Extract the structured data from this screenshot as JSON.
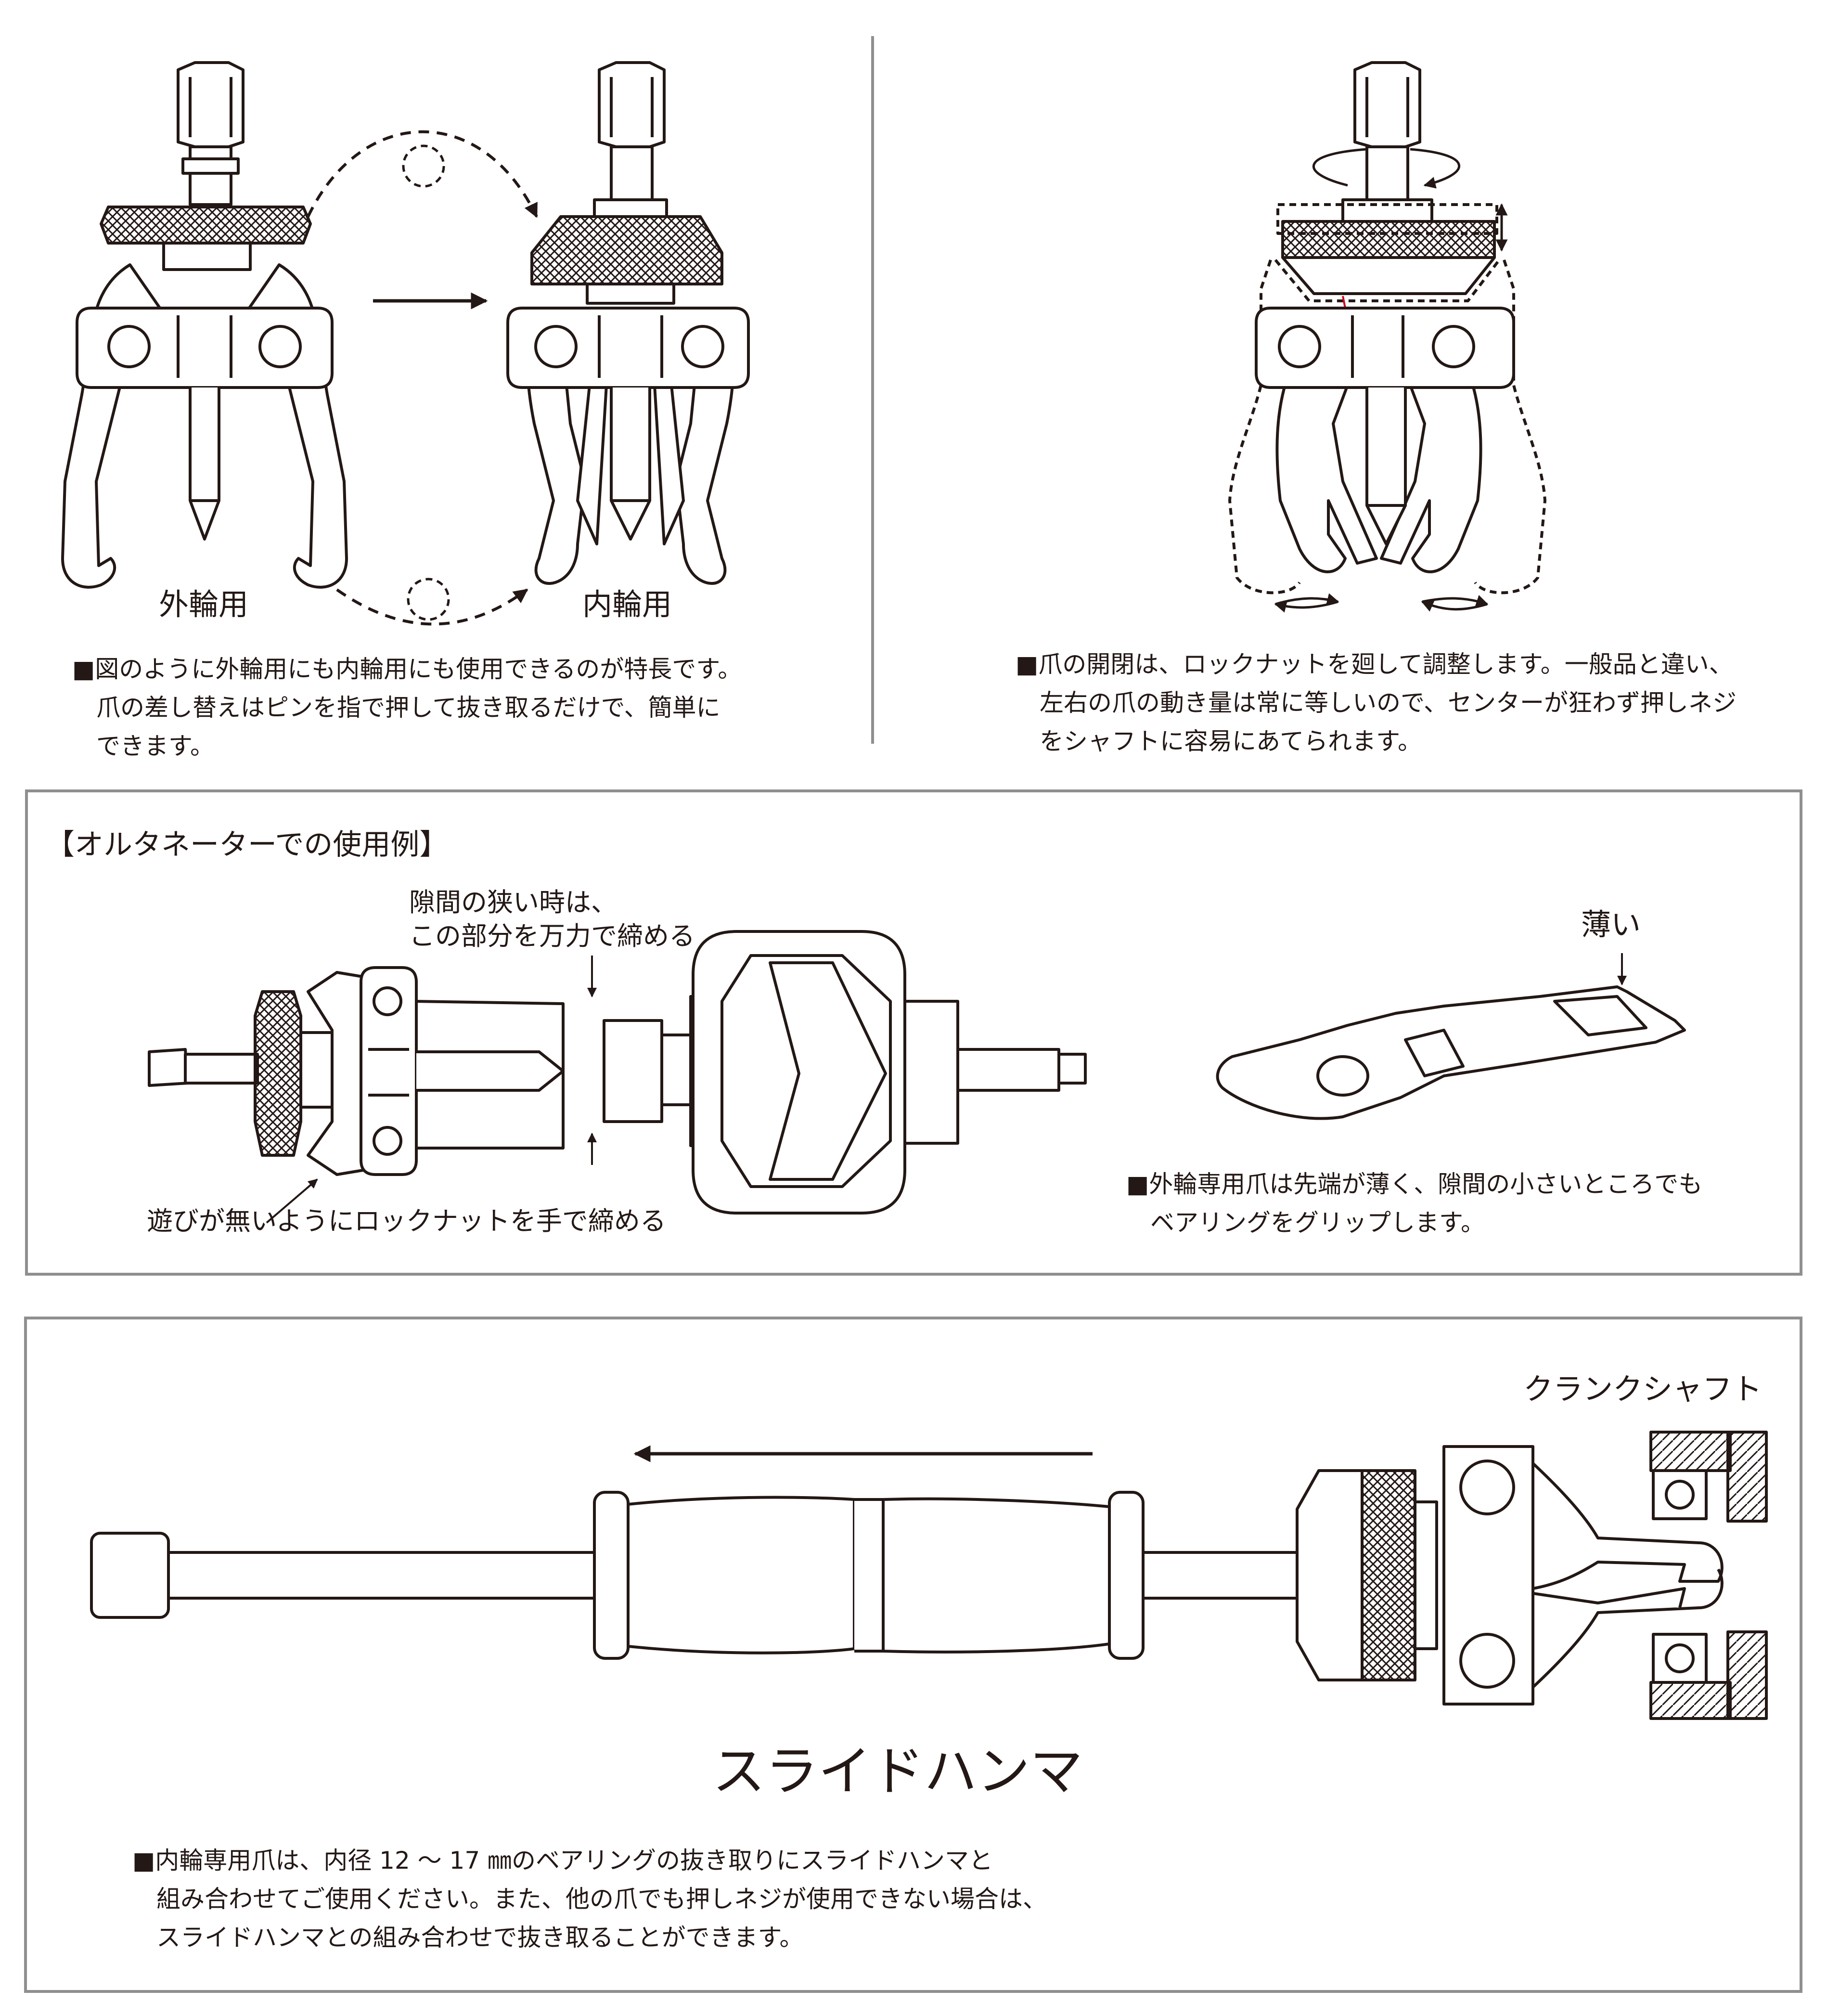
{
  "top_left": {
    "label_outer": "外輪用",
    "label_inner": "内輪用",
    "caption": [
      "■図のように外輪用にも内輪用にも使用できるのが特長です。",
      "爪の差し替えはピンを指で押して抜き取るだけで、簡単に",
      "できます。"
    ]
  },
  "top_right": {
    "caption": [
      "■爪の開閉は、ロックナットを廻して調整します。一般品と違い、",
      "左右の爪の動き量は常に等しいので、センターが狂わず押しネジ",
      "をシャフトに容易にあてられます。"
    ]
  },
  "alternator": {
    "title": "【オルタネーターでの使用例】",
    "note_gap": [
      "隙間の狭い時は、",
      "この部分を万力で締める"
    ],
    "note_locknut": "遊びが無いようにロックナットを手で締める",
    "label_thin": "薄い",
    "caption": [
      "■外輪専用爪は先端が薄く、隙間の小さいところでも",
      "ベアリングをグリップします。"
    ]
  },
  "slide_hammer": {
    "label_crankshaft": "クランクシャフト",
    "title": "スライドハンマ",
    "caption": [
      "■内輪専用爪は、内径 12 ～ 17 ㎜のベアリングの抜き取りにスライドハンマと",
      "組み合わせてご使用ください。また、他の爪でも押しネジが使用できない場合は、",
      "スライドハンマとの組み合わせで抜き取ることができます。"
    ]
  },
  "colors": {
    "line": "#231815",
    "border": "#8f8f8f",
    "accent": "#d0021b"
  }
}
